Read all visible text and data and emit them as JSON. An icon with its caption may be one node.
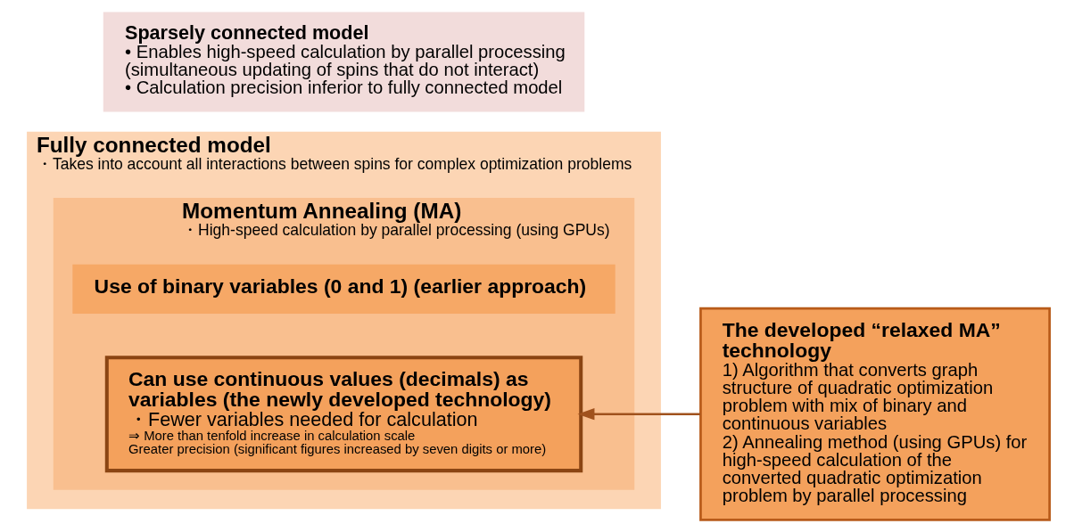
{
  "diagram": {
    "nodes": [
      {
        "text": [
          "Fully connected model",
          "・Takes into account all interactions between spins for complex optimization problems"
        ]
      },
      {
        "text": [
          "Momentum Annealing (MA)",
          "・High-speed calculation by parallel processing (using GPUs)"
        ],
        "in": 0
      },
      {
        "text": [
          "Use of binary variables (0 and 1) (earlier approach)"
        ],
        "in": 1
      },
      {
        "text": [
          "Can use continuous values (decimals) as variables (the newly developed technology)",
          "・Fewer variables needed for calculation",
          "⇒ More than tenfold increase in calculation scale",
          "Greater precision (significant figures increased by seven digits or more)"
        ],
        "in": 1
      },
      {
        "text": [
          "Sparsely connected model",
          "• Enables high-speed calculation by parallel processing (simultaneous updating of spins that do not interact)",
          "• Calculation precision inferior to fully connected model"
        ]
      },
      {
        "text": [
          "The developed “relaxed MA” technology",
          "1) Algorithm that converts graph structure of quadratic optimization problem with mix of binary and continuous variables",
          "2) Annealing method (using GPUs) for high-speed calculation of the converted quadratic optimization problem by parallel processing"
        ]
      }
    ],
    "edges": [
      {
        "from": 5,
        "to": 3,
        "arrow": "to",
        "color": "#a0521d"
      }
    ]
  }
}
